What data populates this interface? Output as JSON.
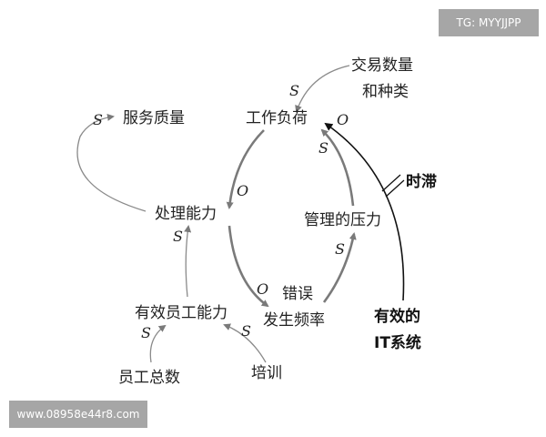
{
  "watermarks": {
    "top_right": "TG: MYYJJPP",
    "bottom_left": "www.08958e44r8.com"
  },
  "nodes": {
    "transactions_line1": "交易数量",
    "transactions_line2": "和种类",
    "workload": "工作负荷",
    "service_quality": "服务质量",
    "processing_capacity": "处理能力",
    "management_pressure": "管理的压力",
    "time_delay": "时滞",
    "error_line1": "错误",
    "error_line2": "发生频率",
    "effective_staff_capacity": "有效员工能力",
    "total_staff": "员工总数",
    "training": "培训",
    "it_line1": "有效的",
    "it_line2": "IT系统"
  },
  "polarities": {
    "transactions_workload": "S",
    "capacity_service": "S",
    "workload_capacity": "O",
    "it_workload": "O",
    "pressure_workload": "S",
    "staffcap_capacity": "S",
    "capacity_error": "O",
    "error_pressure": "S",
    "total_staffcap": "S",
    "training_staffcap": "S"
  },
  "colors": {
    "gray_link": "#7a7a7a",
    "black_link": "#111111",
    "watermark_bg": "#a6a6a6"
  }
}
